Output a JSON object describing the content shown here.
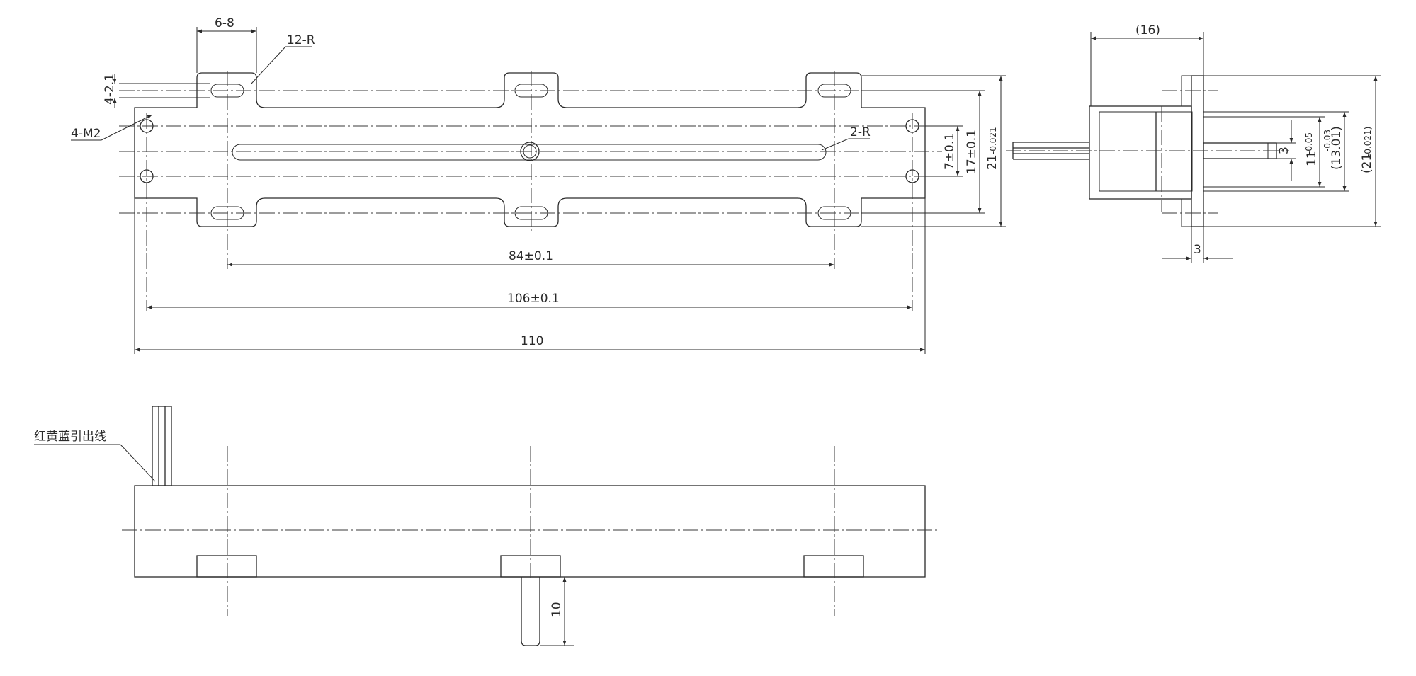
{
  "top_view": {
    "dims": {
      "slot_width": "6-8",
      "corner_radius": "12-R",
      "slot_height": "4-2.1",
      "mount_holes": "4-M2",
      "slot_radius": "2-R",
      "d84": "84±0.1",
      "d106": "106±0.1",
      "d110": "110",
      "d7": "7±0.1",
      "d17": "17±0.1",
      "d21": "21",
      "d21_tol": "-0.021"
    }
  },
  "side_view": {
    "dims": {
      "d16": "(16)",
      "d3_shaft": "3",
      "d11": "11",
      "d11_tol": "-0.05",
      "d13": "(13.01)",
      "d13_tol": "-0.03",
      "d21": "(21",
      "d21_tol": "-0.021)",
      "d3_flange": "3"
    }
  },
  "front_view": {
    "lead_wire_label": "红黄蓝引出线",
    "d10": "10"
  }
}
